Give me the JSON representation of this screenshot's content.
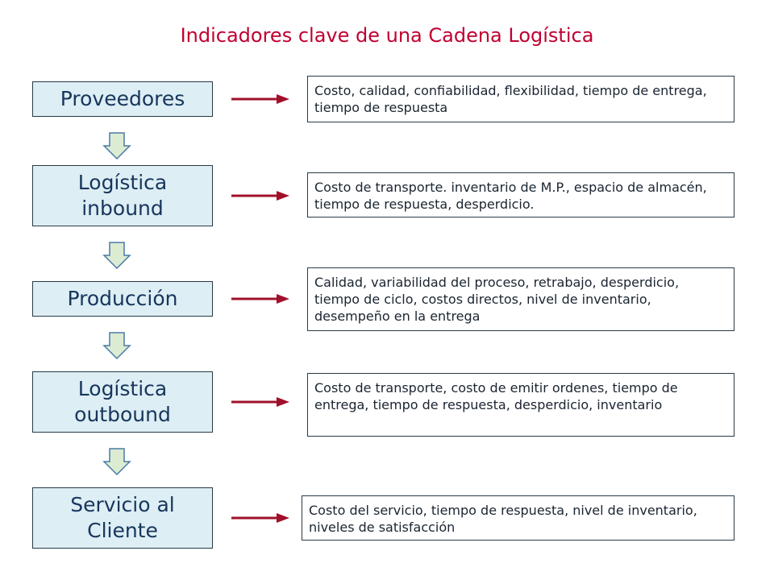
{
  "title": "Indicadores clave de una Cadena Logística",
  "colors": {
    "title": "#c00030",
    "arrow": "#a0102a",
    "stage_fill": "#ddeef4",
    "down_arrow_fill": "#dcecd2"
  },
  "stages": [
    {
      "name": "Proveedores",
      "kpis": "Costo, calidad, confiabilidad, flexibilidad, tiempo de entrega, tiempo de respuesta"
    },
    {
      "name": "Logística inbound",
      "kpis": "Costo de transporte. inventario de M.P., espacio de almacén, tiempo de respuesta, desperdicio."
    },
    {
      "name": "Producción",
      "kpis": "Calidad, variabilidad del proceso, retrabajo, desperdicio, tiempo de ciclo, costos directos, nivel de inventario, desempeño en la entrega"
    },
    {
      "name": "Logística outbound",
      "kpis": "Costo de transporte, costo de emitir ordenes, tiempo de entrega, tiempo de respuesta, desperdicio, inventario"
    },
    {
      "name": "Servicio al Cliente",
      "kpis": "Costo del servicio, tiempo de respuesta, nivel de inventario, niveles de satisfacción"
    }
  ]
}
